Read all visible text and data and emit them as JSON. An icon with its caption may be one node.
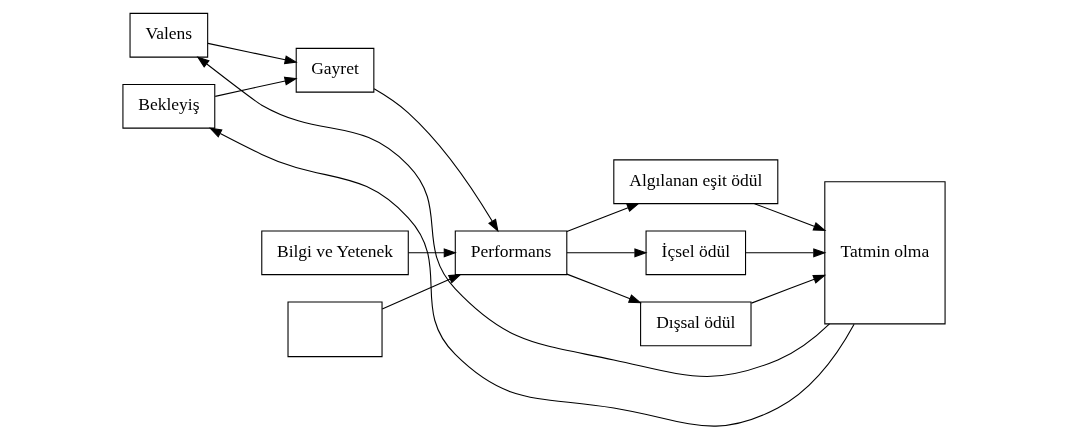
{
  "diagram": {
    "nodes": [
      {
        "text": [
          "Valens"
        ]
      },
      {
        "text": [
          "Bekleyiş"
        ]
      },
      {
        "text": [
          "Gayret"
        ]
      },
      {
        "text": [
          "Bilgi ve Yetenek"
        ]
      },
      {
        "text": [],
        "shape": "box"
      },
      {
        "text": [
          "Performans"
        ]
      },
      {
        "text": [
          "Algılanan eşit ödül"
        ]
      },
      {
        "text": [
          "İçsel ödül"
        ]
      },
      {
        "text": [
          "Dışsal ödül"
        ]
      },
      {
        "text": [
          "Tatmin olma"
        ]
      }
    ],
    "edges": [
      {
        "from": 0,
        "to": 2,
        "arrow": "to"
      },
      {
        "from": 1,
        "to": 2,
        "arrow": "to"
      },
      {
        "from": 2,
        "to": 5,
        "arrow": "to"
      },
      {
        "from": 3,
        "to": 5,
        "arrow": "to"
      },
      {
        "from": 4,
        "to": 5,
        "arrow": "to"
      },
      {
        "from": 5,
        "to": 6,
        "arrow": "to"
      },
      {
        "from": 5,
        "to": 7,
        "arrow": "to"
      },
      {
        "from": 5,
        "to": 8,
        "arrow": "to"
      },
      {
        "from": 6,
        "to": 9,
        "arrow": "to"
      },
      {
        "from": 7,
        "to": 9,
        "arrow": "to"
      },
      {
        "from": 8,
        "to": 9,
        "arrow": "to"
      },
      {
        "from": 9,
        "to": 0,
        "arrow": "to"
      },
      {
        "from": 9,
        "to": 1,
        "arrow": "to"
      }
    ]
  }
}
